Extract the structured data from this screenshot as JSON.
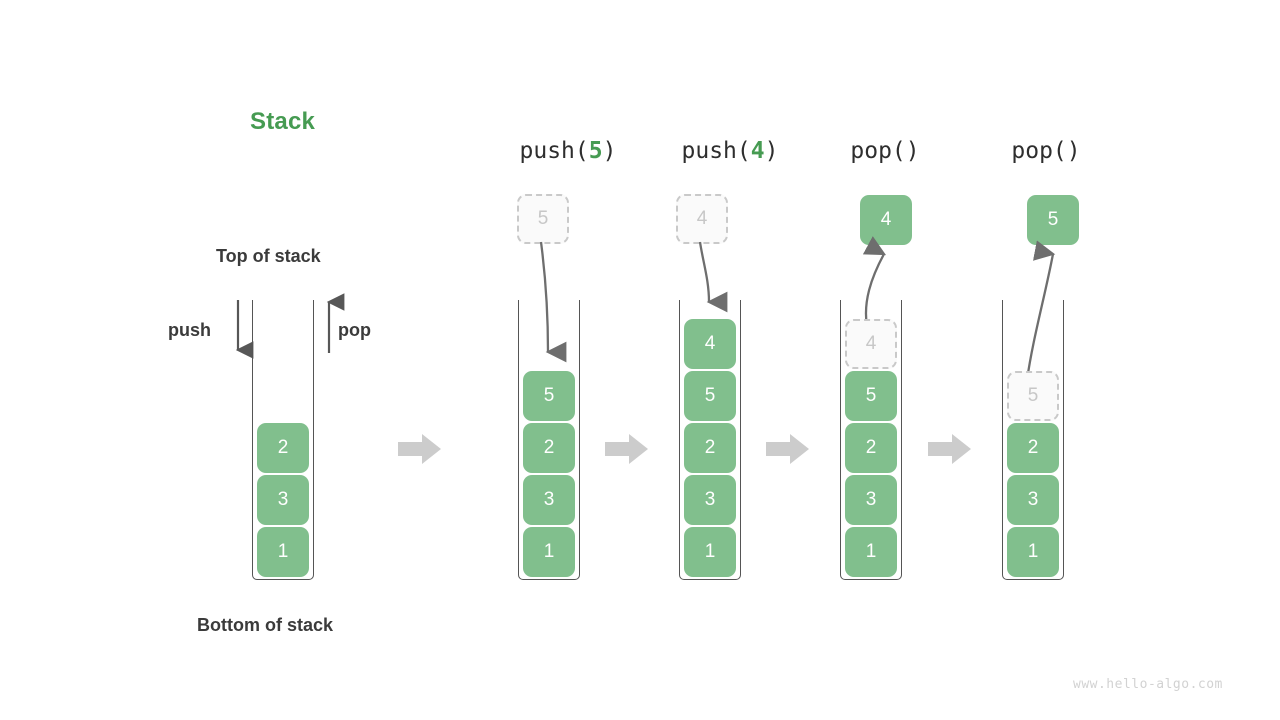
{
  "page": {
    "title": "Stack",
    "watermark": "www.hello-algo.com",
    "accent_green": "#469b52",
    "box_green": "#81bf8d",
    "ghost_gray": "#c7c7c7",
    "text_dark": "#3b3b3b",
    "arrow_gray": "#cccccc"
  },
  "legend": {
    "top_label": "Top of stack",
    "bottom_label": "Bottom of stack",
    "push_label": "push",
    "pop_label": "pop"
  },
  "stages": [
    {
      "id": "initial",
      "header": null,
      "header_fn": null,
      "header_arg": null,
      "incoming": null,
      "outgoing": null,
      "items": [
        {
          "value": "2",
          "state": "solid"
        },
        {
          "value": "3",
          "state": "solid"
        },
        {
          "value": "1",
          "state": "solid"
        }
      ]
    },
    {
      "id": "push-5",
      "header": "push(5)",
      "header_fn": "push(",
      "header_arg": "5",
      "header_close": ")",
      "floating": {
        "value": "5",
        "state": "ghost",
        "position": "above"
      },
      "arrow_direction": "down",
      "items": [
        {
          "value": "5",
          "state": "solid"
        },
        {
          "value": "2",
          "state": "solid"
        },
        {
          "value": "3",
          "state": "solid"
        },
        {
          "value": "1",
          "state": "solid"
        }
      ]
    },
    {
      "id": "push-4",
      "header": "push(4)",
      "header_fn": "push(",
      "header_arg": "4",
      "header_close": ")",
      "floating": {
        "value": "4",
        "state": "ghost",
        "position": "above"
      },
      "arrow_direction": "down",
      "items": [
        {
          "value": "4",
          "state": "solid"
        },
        {
          "value": "5",
          "state": "solid"
        },
        {
          "value": "2",
          "state": "solid"
        },
        {
          "value": "3",
          "state": "solid"
        },
        {
          "value": "1",
          "state": "solid"
        }
      ]
    },
    {
      "id": "pop-1",
      "header": "pop()",
      "header_fn": "pop(",
      "header_arg": "",
      "header_close": ")",
      "floating": {
        "value": "4",
        "state": "solid",
        "position": "above"
      },
      "arrow_direction": "up",
      "items": [
        {
          "value": "4",
          "state": "ghost"
        },
        {
          "value": "5",
          "state": "solid"
        },
        {
          "value": "2",
          "state": "solid"
        },
        {
          "value": "3",
          "state": "solid"
        },
        {
          "value": "1",
          "state": "solid"
        }
      ]
    },
    {
      "id": "pop-2",
      "header": "pop()",
      "header_fn": "pop(",
      "header_arg": "",
      "header_close": ")",
      "floating": {
        "value": "5",
        "state": "solid",
        "position": "above"
      },
      "arrow_direction": "up",
      "items": [
        {
          "value": "5",
          "state": "ghost"
        },
        {
          "value": "2",
          "state": "solid"
        },
        {
          "value": "3",
          "state": "solid"
        },
        {
          "value": "1",
          "state": "solid"
        }
      ]
    }
  ]
}
